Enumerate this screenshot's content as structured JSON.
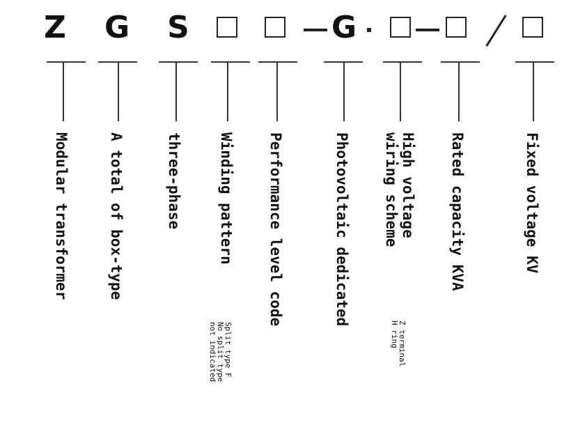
{
  "code": {
    "z": "Z",
    "g1": "G",
    "s": "S",
    "g2": "G"
  },
  "labels": {
    "modular": "Modular transformer",
    "box_type": "A total of box-type",
    "three_phase": "three-phase",
    "winding": "Winding pattern",
    "winding_note": "Split type F\nNo split type\nnot indicated",
    "performance": "Performance level code",
    "photovoltaic": "Photovoltaic dedicated",
    "hv_wiring": "High voltage\nwiring scheme",
    "hv_wiring_note": "Z terminal\nH ring",
    "rated_capacity": "Rated capacity KVA",
    "fixed_voltage": "Fixed voltage KV"
  }
}
